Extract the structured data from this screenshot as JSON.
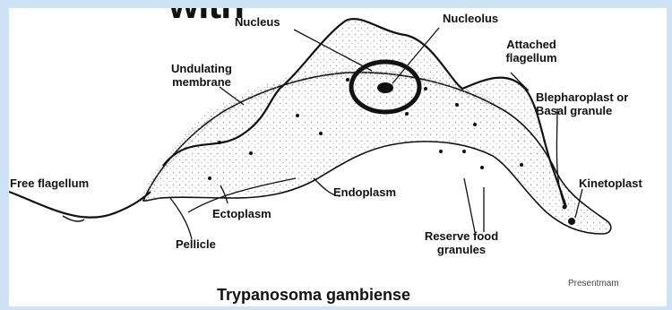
{
  "heading_fragment": "with",
  "labels": {
    "nucleus": "Nucleus",
    "nucleolus": "Nucleolus",
    "attached_flagellum": [
      "Attached",
      "flagellum"
    ],
    "undulating_membrane": [
      "Undulating",
      "membrane"
    ],
    "blepharoplast": [
      "Blepharoplast or",
      "Basal granule"
    ],
    "kinetoplast": "Kinetoplast",
    "free_flagellum": "Free flagellum",
    "endoplasm": "Endoplasm",
    "ectoplasm": "Ectoplasm",
    "pellicle": "Pellicle",
    "reserve_food": [
      "Reserve food",
      "granules"
    ]
  },
  "caption": "Trypanosoma gambiense",
  "credit": "Presentmam",
  "colors": {
    "background": "#cfe3f7",
    "panel": "#ffffff",
    "ink": "#111111",
    "stipple": "#9a9a9a"
  }
}
